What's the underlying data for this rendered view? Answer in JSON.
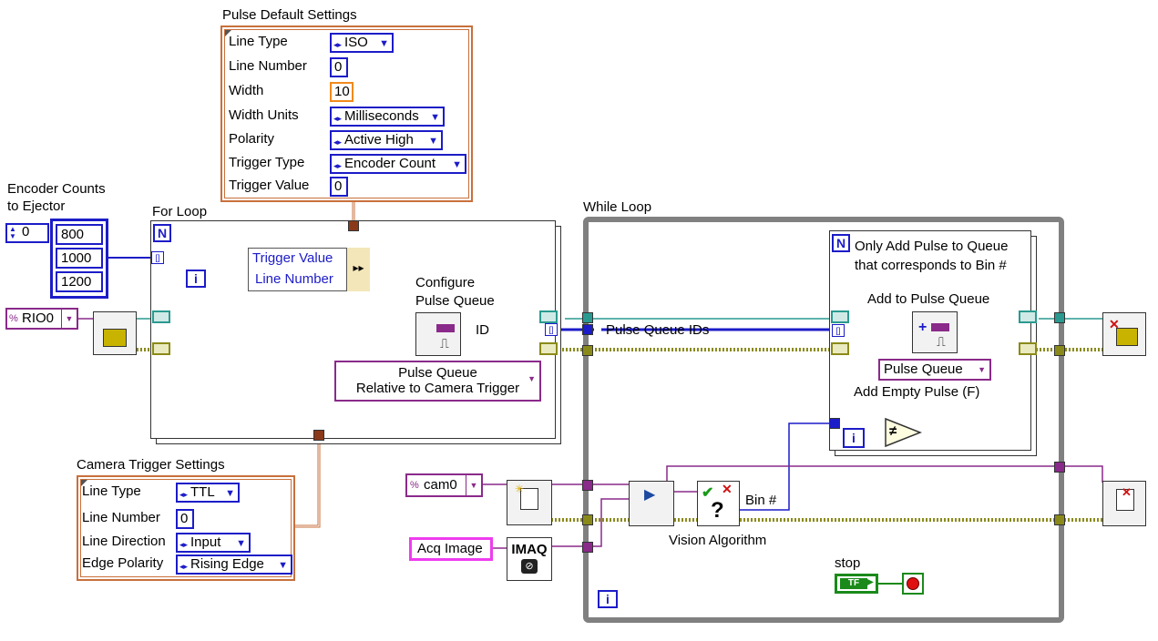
{
  "pulse_defaults": {
    "title": "Pulse Default Settings",
    "rows": [
      {
        "label": "Line Type",
        "value": "ISO",
        "kind": "ring"
      },
      {
        "label": "Line Number",
        "value": "0",
        "kind": "numeric"
      },
      {
        "label": "Width",
        "value": "10",
        "kind": "numeric-orange"
      },
      {
        "label": "Width Units",
        "value": "Milliseconds",
        "kind": "ring"
      },
      {
        "label": "Polarity",
        "value": "Active High",
        "kind": "ring"
      },
      {
        "label": "Trigger Type",
        "value": "Encoder Count",
        "kind": "ring"
      },
      {
        "label": "Trigger Value",
        "value": "0",
        "kind": "numeric"
      }
    ]
  },
  "encoder": {
    "label_line1": "Encoder Counts",
    "label_line2": "to Ejector",
    "index": "0",
    "values": [
      "800",
      "1000",
      "1200"
    ]
  },
  "for_loop": {
    "label": "For Loop",
    "count_terminal": "N",
    "iteration_terminal": "i",
    "bundle_inputs": [
      "Trigger Value",
      "Line Number"
    ]
  },
  "configure": {
    "label_line1": "Configure",
    "label_line2": "Pulse Queue",
    "output": "ID",
    "ring_line1": "Pulse Queue",
    "ring_line2": "Relative to Camera Trigger"
  },
  "rio": {
    "value": "RIO0"
  },
  "while_loop": {
    "label": "While Loop",
    "iteration_terminal": "i",
    "pulse_ids_label": "Pulse Queue IDs"
  },
  "inner_loop": {
    "count_terminal": "N",
    "note_line1": "Only Add Pulse to Queue",
    "note_line2": "that corresponds to Bin #",
    "add_label": "Add to Pulse Queue",
    "ring_value": "Pulse Queue",
    "empty_label": "Add Empty Pulse (F)",
    "iteration_terminal": "i",
    "compare_symbol": "≠"
  },
  "camera_settings": {
    "title": "Camera Trigger Settings",
    "rows": [
      {
        "label": "Line Type",
        "value": "TTL",
        "kind": "ring"
      },
      {
        "label": "Line Number",
        "value": "0",
        "kind": "numeric"
      },
      {
        "label": "Line Direction",
        "value": "Input",
        "kind": "ring"
      },
      {
        "label": "Edge Polarity",
        "value": "Rising Edge",
        "kind": "ring"
      }
    ]
  },
  "camera": {
    "value": "cam0"
  },
  "acq": {
    "value": "Acq Image",
    "imaq": "IMAQ"
  },
  "vision": {
    "label": "Vision Algorithm",
    "output": "Bin #"
  },
  "stop": {
    "label": "stop",
    "tf": "TF"
  },
  "colors": {
    "wire_blue": "#1c1cc8",
    "wire_teal": "#2a9a90",
    "wire_olive": "#8a8a1a",
    "wire_purple": "#8a2a8a",
    "wire_orange": "#c8703c",
    "wire_green": "#1a8a1a",
    "loop_gray": "#808080"
  }
}
